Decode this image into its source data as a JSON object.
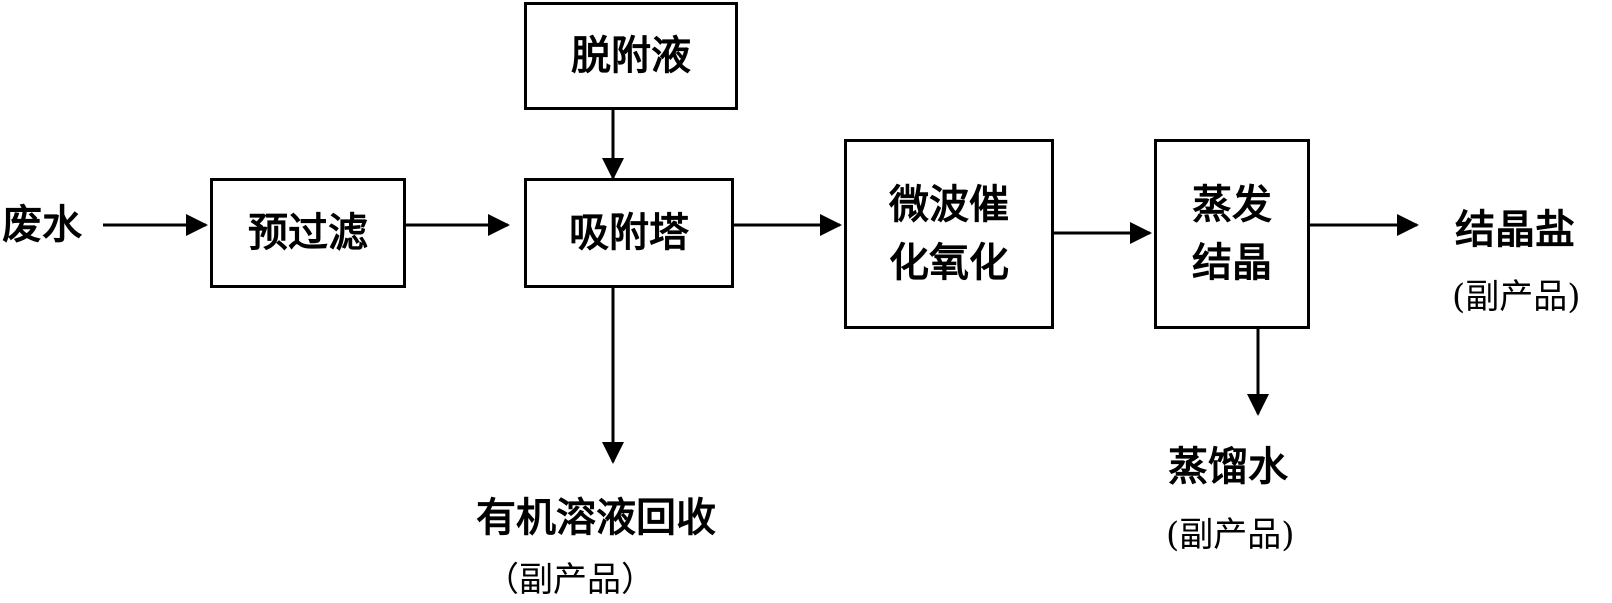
{
  "inputs": {
    "wastewater": "废水"
  },
  "boxes": {
    "desorption_liquid": "脱附液",
    "prefilter": "预过滤",
    "adsorption_tower": "吸附塔",
    "microwave_line1": "微波催",
    "microwave_line2": "化氧化",
    "evaporation_line1": "蒸发",
    "evaporation_line2": "结晶"
  },
  "outputs": {
    "crystal_salt": "结晶盐",
    "crystal_salt_note": "(副产品)",
    "distilled_water": "蒸馏水",
    "distilled_water_note": "(副产品)",
    "organic_recovery": "有机溶液回收",
    "organic_recovery_note": "（副产品）"
  }
}
